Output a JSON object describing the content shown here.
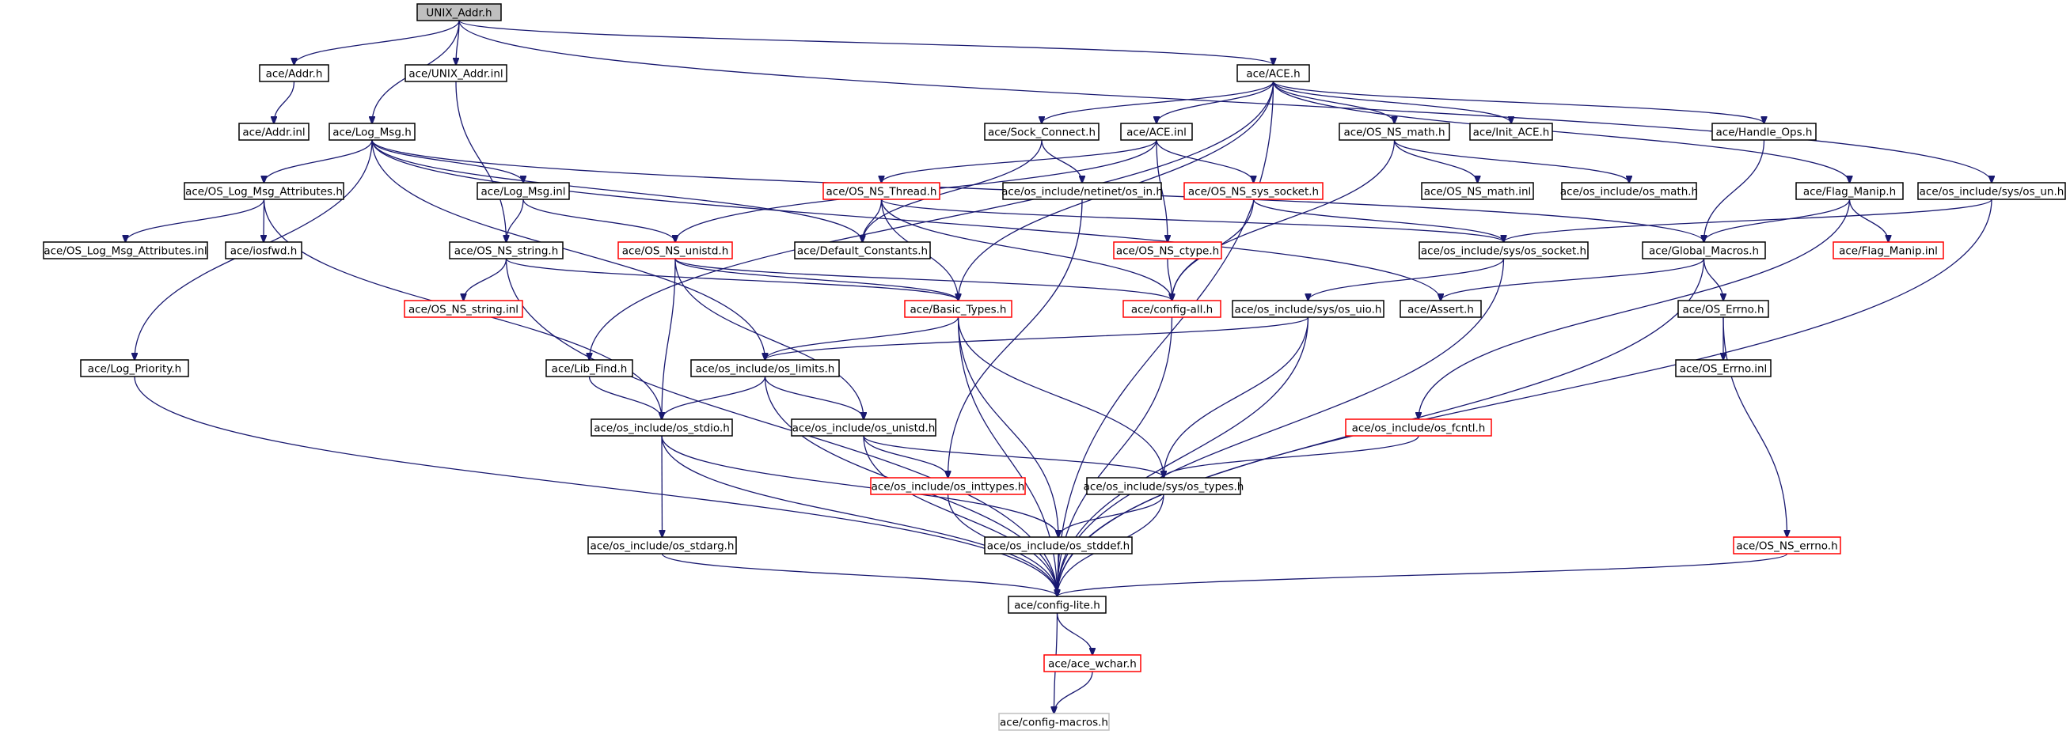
{
  "colors": {
    "black": "#000000",
    "red": "#ff0000",
    "gray": "#bfbfbf",
    "root_fill": "#bfbfbf",
    "edge": "#191970"
  },
  "nodes": [
    {
      "id": "unix_addr_h",
      "label": "UNIX_Addr.h",
      "border": "black",
      "fill": "#bfbfbf"
    },
    {
      "id": "addr_h",
      "label": "ace/Addr.h",
      "border": "black"
    },
    {
      "id": "unix_addr_inl",
      "label": "ace/UNIX_Addr.inl",
      "border": "black"
    },
    {
      "id": "ace_h",
      "label": "ace/ACE.h",
      "border": "black"
    },
    {
      "id": "addr_inl",
      "label": "ace/Addr.inl",
      "border": "black"
    },
    {
      "id": "log_msg_h",
      "label": "ace/Log_Msg.h",
      "border": "black"
    },
    {
      "id": "sock_connect_h",
      "label": "ace/Sock_Connect.h",
      "border": "black"
    },
    {
      "id": "ace_inl",
      "label": "ace/ACE.inl",
      "border": "black"
    },
    {
      "id": "os_ns_math_h",
      "label": "ace/OS_NS_math.h",
      "border": "black"
    },
    {
      "id": "init_ace_h",
      "label": "ace/Init_ACE.h",
      "border": "black"
    },
    {
      "id": "handle_ops_h",
      "label": "ace/Handle_Ops.h",
      "border": "black"
    },
    {
      "id": "os_log_msg_attr_h",
      "label": "ace/OS_Log_Msg_Attributes.h",
      "border": "black"
    },
    {
      "id": "log_msg_inl",
      "label": "ace/Log_Msg.inl",
      "border": "black"
    },
    {
      "id": "os_ns_thread_h",
      "label": "ace/OS_NS_Thread.h",
      "border": "red"
    },
    {
      "id": "netinet_in_h",
      "label": "ace/os_include/netinet/os_in.h",
      "border": "black"
    },
    {
      "id": "os_ns_sys_socket_h",
      "label": "ace/OS_NS_sys_socket.h",
      "border": "red"
    },
    {
      "id": "os_ns_math_inl",
      "label": "ace/OS_NS_math.inl",
      "border": "black"
    },
    {
      "id": "os_math_h",
      "label": "ace/os_include/os_math.h",
      "border": "black"
    },
    {
      "id": "flag_manip_h",
      "label": "ace/Flag_Manip.h",
      "border": "black"
    },
    {
      "id": "sys_os_un_h",
      "label": "ace/os_include/sys/os_un.h",
      "border": "black"
    },
    {
      "id": "os_log_msg_attr_inl",
      "label": "ace/OS_Log_Msg_Attributes.inl",
      "border": "black"
    },
    {
      "id": "iosfwd_h",
      "label": "ace/iosfwd.h",
      "border": "black"
    },
    {
      "id": "os_ns_string_h",
      "label": "ace/OS_NS_string.h",
      "border": "black"
    },
    {
      "id": "os_ns_unistd_h",
      "label": "ace/OS_NS_unistd.h",
      "border": "red"
    },
    {
      "id": "default_constants_h",
      "label": "ace/Default_Constants.h",
      "border": "black"
    },
    {
      "id": "os_ns_ctype_h",
      "label": "ace/OS_NS_ctype.h",
      "border": "red"
    },
    {
      "id": "sys_os_socket_h",
      "label": "ace/os_include/sys/os_socket.h",
      "border": "black"
    },
    {
      "id": "global_macros_h",
      "label": "ace/Global_Macros.h",
      "border": "black"
    },
    {
      "id": "flag_manip_inl",
      "label": "ace/Flag_Manip.inl",
      "border": "red"
    },
    {
      "id": "os_ns_string_inl",
      "label": "ace/OS_NS_string.inl",
      "border": "red"
    },
    {
      "id": "basic_types_h",
      "label": "ace/Basic_Types.h",
      "border": "red"
    },
    {
      "id": "config_all_h",
      "label": "ace/config-all.h",
      "border": "red"
    },
    {
      "id": "sys_os_uio_h",
      "label": "ace/os_include/sys/os_uio.h",
      "border": "black"
    },
    {
      "id": "assert_h",
      "label": "ace/Assert.h",
      "border": "black"
    },
    {
      "id": "os_errno_h",
      "label": "ace/OS_Errno.h",
      "border": "black"
    },
    {
      "id": "log_priority_h",
      "label": "ace/Log_Priority.h",
      "border": "black"
    },
    {
      "id": "lib_find_h",
      "label": "ace/Lib_Find.h",
      "border": "black"
    },
    {
      "id": "os_limits_h",
      "label": "ace/os_include/os_limits.h",
      "border": "black"
    },
    {
      "id": "os_errno_inl",
      "label": "ace/OS_Errno.inl",
      "border": "black"
    },
    {
      "id": "os_stdio_h",
      "label": "ace/os_include/os_stdio.h",
      "border": "black"
    },
    {
      "id": "os_unistd_h",
      "label": "ace/os_include/os_unistd.h",
      "border": "black"
    },
    {
      "id": "os_fcntl_h",
      "label": "ace/os_include/os_fcntl.h",
      "border": "red"
    },
    {
      "id": "os_inttypes_h",
      "label": "ace/os_include/os_inttypes.h",
      "border": "red"
    },
    {
      "id": "sys_os_types_h",
      "label": "ace/os_include/sys/os_types.h",
      "border": "black"
    },
    {
      "id": "os_stdarg_h",
      "label": "ace/os_include/os_stdarg.h",
      "border": "black"
    },
    {
      "id": "os_stddef_h",
      "label": "ace/os_include/os_stddef.h",
      "border": "black"
    },
    {
      "id": "os_ns_errno_h",
      "label": "ace/OS_NS_errno.h",
      "border": "red"
    },
    {
      "id": "config_lite_h",
      "label": "ace/config-lite.h",
      "border": "black"
    },
    {
      "id": "ace_wchar_h",
      "label": "ace/ace_wchar.h",
      "border": "red"
    },
    {
      "id": "config_macros_h",
      "label": "ace/config-macros.h",
      "border": "gray"
    }
  ],
  "edges": [
    [
      "unix_addr_h",
      "addr_h"
    ],
    [
      "unix_addr_h",
      "unix_addr_inl"
    ],
    [
      "unix_addr_h",
      "ace_h"
    ],
    [
      "unix_addr_h",
      "log_msg_h"
    ],
    [
      "unix_addr_h",
      "sys_os_un_h"
    ],
    [
      "addr_h",
      "addr_inl"
    ],
    [
      "unix_addr_inl",
      "os_ns_string_h"
    ],
    [
      "ace_h",
      "sock_connect_h"
    ],
    [
      "ace_h",
      "ace_inl"
    ],
    [
      "ace_h",
      "os_ns_math_h"
    ],
    [
      "ace_h",
      "init_ace_h"
    ],
    [
      "ace_h",
      "handle_ops_h"
    ],
    [
      "ace_h",
      "flag_manip_h"
    ],
    [
      "ace_h",
      "lib_find_h"
    ],
    [
      "ace_h",
      "basic_types_h"
    ],
    [
      "ace_h",
      "config_lite_h"
    ],
    [
      "log_msg_h",
      "os_log_msg_attr_h"
    ],
    [
      "log_msg_h",
      "log_msg_inl"
    ],
    [
      "log_msg_h",
      "log_priority_h"
    ],
    [
      "log_msg_h",
      "default_constants_h"
    ],
    [
      "log_msg_h",
      "os_limits_h"
    ],
    [
      "log_msg_h",
      "assert_h"
    ],
    [
      "log_msg_h",
      "global_macros_h"
    ],
    [
      "sock_connect_h",
      "netinet_in_h"
    ],
    [
      "sock_connect_h",
      "default_constants_h"
    ],
    [
      "ace_inl",
      "os_ns_thread_h"
    ],
    [
      "ace_inl",
      "os_ns_sys_socket_h"
    ],
    [
      "ace_inl",
      "os_ns_ctype_h"
    ],
    [
      "ace_inl",
      "os_ns_unistd_h"
    ],
    [
      "os_ns_math_h",
      "os_ns_math_inl"
    ],
    [
      "os_ns_math_h",
      "os_math_h"
    ],
    [
      "os_ns_math_h",
      "config_all_h"
    ],
    [
      "handle_ops_h",
      "global_macros_h"
    ],
    [
      "os_log_msg_attr_h",
      "os_log_msg_attr_inl"
    ],
    [
      "os_log_msg_attr_h",
      "iosfwd_h"
    ],
    [
      "os_log_msg_attr_h",
      "os_stdio_h"
    ],
    [
      "log_msg_inl",
      "os_ns_string_h"
    ],
    [
      "log_msg_inl",
      "os_ns_unistd_h"
    ],
    [
      "os_ns_thread_h",
      "default_constants_h"
    ],
    [
      "os_ns_thread_h",
      "basic_types_h"
    ],
    [
      "os_ns_thread_h",
      "config_all_h"
    ],
    [
      "os_ns_thread_h",
      "sys_os_socket_h"
    ],
    [
      "netinet_in_h",
      "os_inttypes_h"
    ],
    [
      "os_ns_sys_socket_h",
      "sys_os_socket_h"
    ],
    [
      "os_ns_sys_socket_h",
      "config_all_h"
    ],
    [
      "flag_manip_h",
      "flag_manip_inl"
    ],
    [
      "flag_manip_h",
      "global_macros_h"
    ],
    [
      "flag_manip_h",
      "os_fcntl_h"
    ],
    [
      "sys_os_un_h",
      "sys_os_socket_h"
    ],
    [
      "sys_os_un_h",
      "config_lite_h"
    ],
    [
      "os_ns_string_h",
      "os_ns_string_inl"
    ],
    [
      "os_ns_string_h",
      "basic_types_h"
    ],
    [
      "os_ns_string_h",
      "config_lite_h"
    ],
    [
      "os_ns_unistd_h",
      "basic_types_h"
    ],
    [
      "os_ns_unistd_h",
      "os_stdio_h"
    ],
    [
      "os_ns_unistd_h",
      "os_unistd_h"
    ],
    [
      "os_ns_unistd_h",
      "config_all_h"
    ],
    [
      "os_ns_ctype_h",
      "config_all_h"
    ],
    [
      "sys_os_socket_h",
      "sys_os_uio_h"
    ],
    [
      "sys_os_socket_h",
      "config_lite_h"
    ],
    [
      "global_macros_h",
      "assert_h"
    ],
    [
      "global_macros_h",
      "os_errno_h"
    ],
    [
      "global_macros_h",
      "config_lite_h"
    ],
    [
      "basic_types_h",
      "os_limits_h"
    ],
    [
      "basic_types_h",
      "os_stddef_h"
    ],
    [
      "basic_types_h",
      "sys_os_types_h"
    ],
    [
      "basic_types_h",
      "config_lite_h"
    ],
    [
      "config_all_h",
      "config_lite_h"
    ],
    [
      "sys_os_uio_h",
      "os_limits_h"
    ],
    [
      "sys_os_uio_h",
      "sys_os_types_h"
    ],
    [
      "sys_os_uio_h",
      "config_lite_h"
    ],
    [
      "os_errno_h",
      "os_errno_inl"
    ],
    [
      "os_errno_h",
      "os_ns_errno_h"
    ],
    [
      "log_priority_h",
      "config_lite_h"
    ],
    [
      "lib_find_h",
      "os_stdio_h"
    ],
    [
      "os_limits_h",
      "os_stdio_h"
    ],
    [
      "os_limits_h",
      "os_unistd_h"
    ],
    [
      "os_limits_h",
      "config_lite_h"
    ],
    [
      "os_stdio_h",
      "os_stdarg_h"
    ],
    [
      "os_stdio_h",
      "os_stddef_h"
    ],
    [
      "os_stdio_h",
      "config_lite_h"
    ],
    [
      "os_unistd_h",
      "os_inttypes_h"
    ],
    [
      "os_unistd_h",
      "sys_os_types_h"
    ],
    [
      "os_unistd_h",
      "config_lite_h"
    ],
    [
      "os_fcntl_h",
      "sys_os_types_h"
    ],
    [
      "os_inttypes_h",
      "config_lite_h"
    ],
    [
      "sys_os_types_h",
      "os_stddef_h"
    ],
    [
      "sys_os_types_h",
      "config_lite_h"
    ],
    [
      "os_stdarg_h",
      "config_lite_h"
    ],
    [
      "os_stddef_h",
      "config_lite_h"
    ],
    [
      "os_ns_errno_h",
      "config_lite_h"
    ],
    [
      "config_lite_h",
      "ace_wchar_h"
    ],
    [
      "config_lite_h",
      "config_macros_h"
    ],
    [
      "ace_wchar_h",
      "config_macros_h"
    ]
  ]
}
